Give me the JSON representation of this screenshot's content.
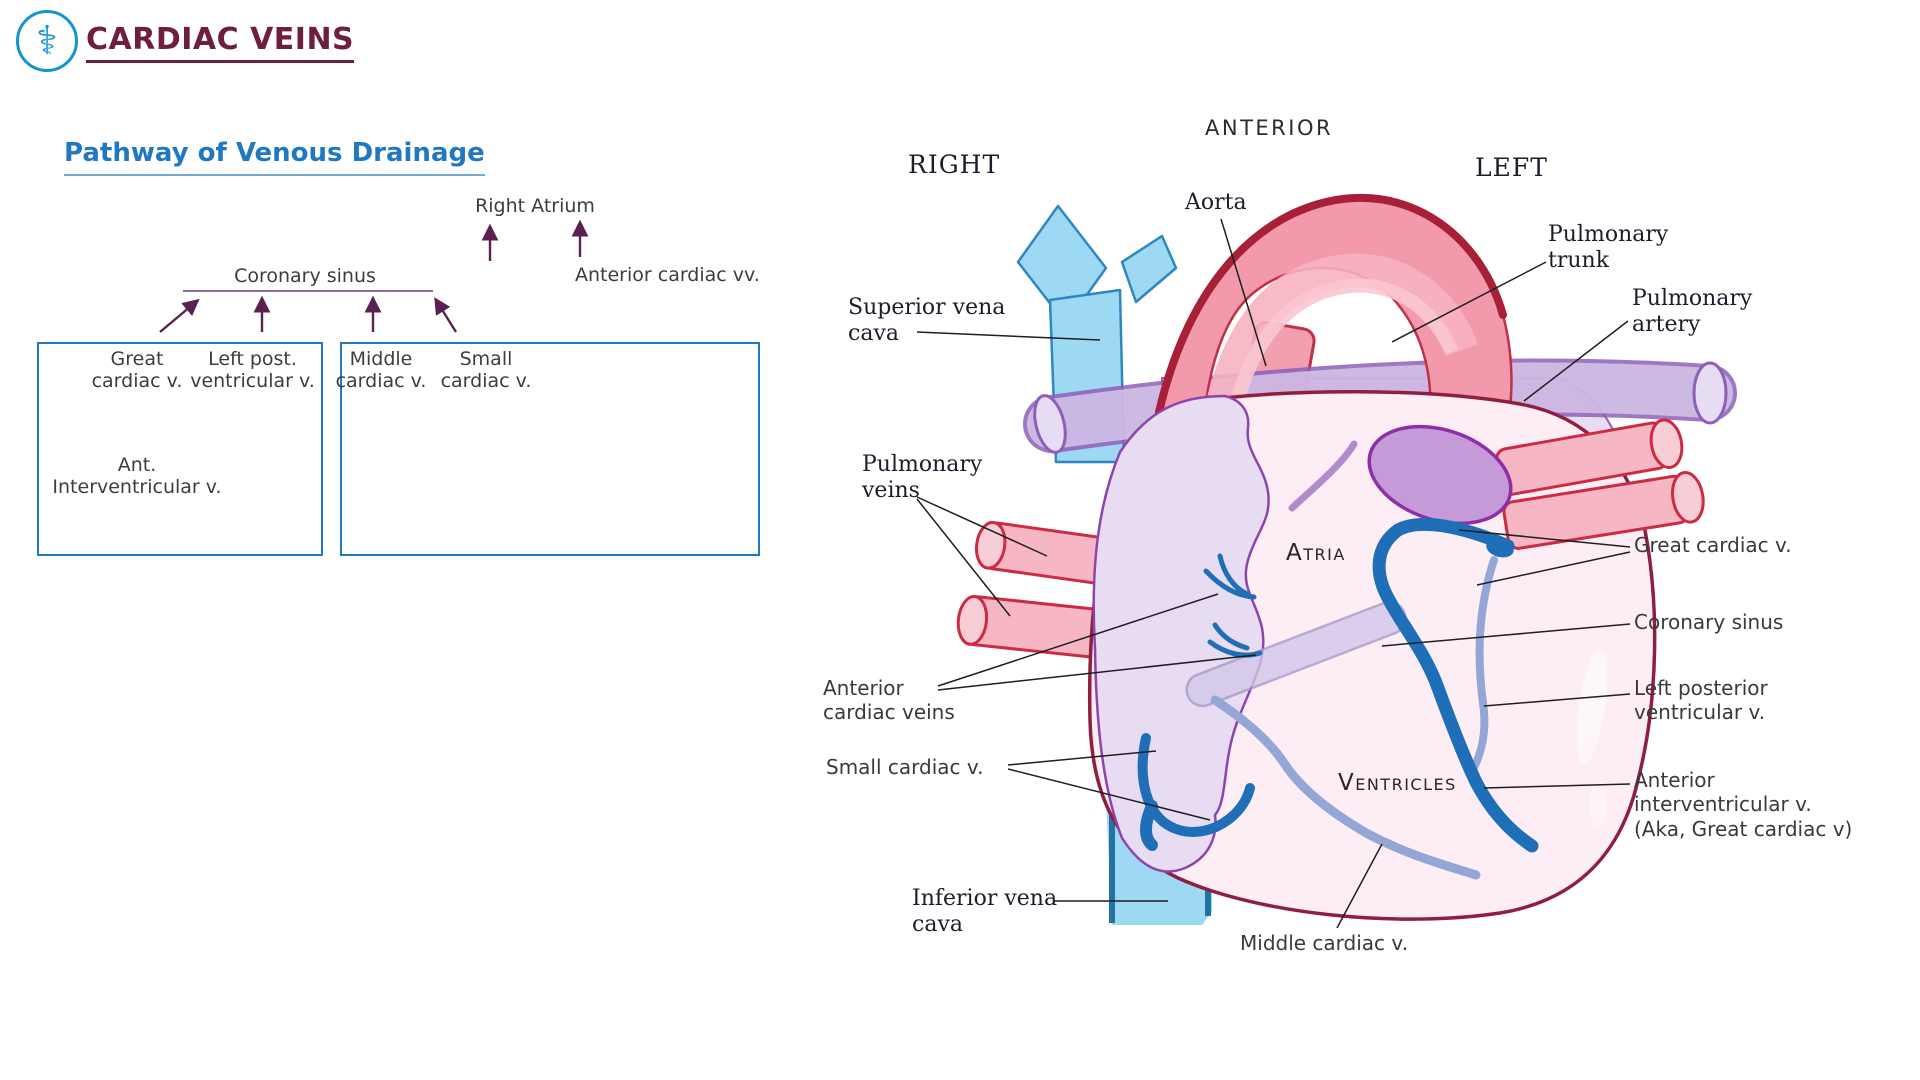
{
  "header": {
    "title": "CARDIAC VEINS",
    "logo_icon": "⚕"
  },
  "flowchart": {
    "heading": "Pathway of Venous Drainage",
    "nodes": {
      "right_atrium": "Right Atrium",
      "coronary_sinus": "Coronary sinus",
      "anterior_cardiac_vv": "Anterior cardiac vv.",
      "great_cardiac": "Great\ncardiac v.",
      "left_post_ventricular": "Left post.\nventricular v.",
      "middle_cardiac": "Middle\ncardiac v.",
      "small_cardiac": "Small\ncardiac v.",
      "ant_interventricular": "Ant.\nInterventricular v."
    }
  },
  "illustration": {
    "orientation": {
      "anterior": "ANTERIOR",
      "right": "RIGHT",
      "left": "LEFT"
    },
    "labels": {
      "aorta": "Aorta",
      "pulmonary_trunk": "Pulmonary\ntrunk",
      "pulmonary_artery": "Pulmonary\nartery",
      "superior_vena_cava": "Superior vena\ncava",
      "pulmonary_veins": "Pulmonary\nveins",
      "atria": "Atria",
      "ventricles": "Ventricles",
      "anterior_cardiac_veins": "Anterior\ncardiac veins",
      "small_cardiac_v": "Small cardiac v.",
      "inferior_vena_cava": "Inferior vena\ncava",
      "middle_cardiac_v": "Middle cardiac v.",
      "great_cardiac_v": "Great cardiac v.",
      "coronary_sinus": "Coronary sinus",
      "left_posterior_ventricular": "Left posterior\nventricular v.",
      "anterior_interventricular": "Anterior\ninterventricular v.\n(Aka, Great cardiac v)"
    }
  },
  "colors": {
    "title_maroon": "#6e1e3e",
    "heading_blue": "#1f78c1",
    "box_border_blue": "#2178c4",
    "arrow_purple": "#5a2150",
    "vein_blue": "#1e6fb8",
    "vein_periwinkle": "#93a6d6",
    "artery_pink": "#f29aab",
    "cava_blue": "#9ed9f4",
    "heart_outline": "#8e1f3f"
  }
}
